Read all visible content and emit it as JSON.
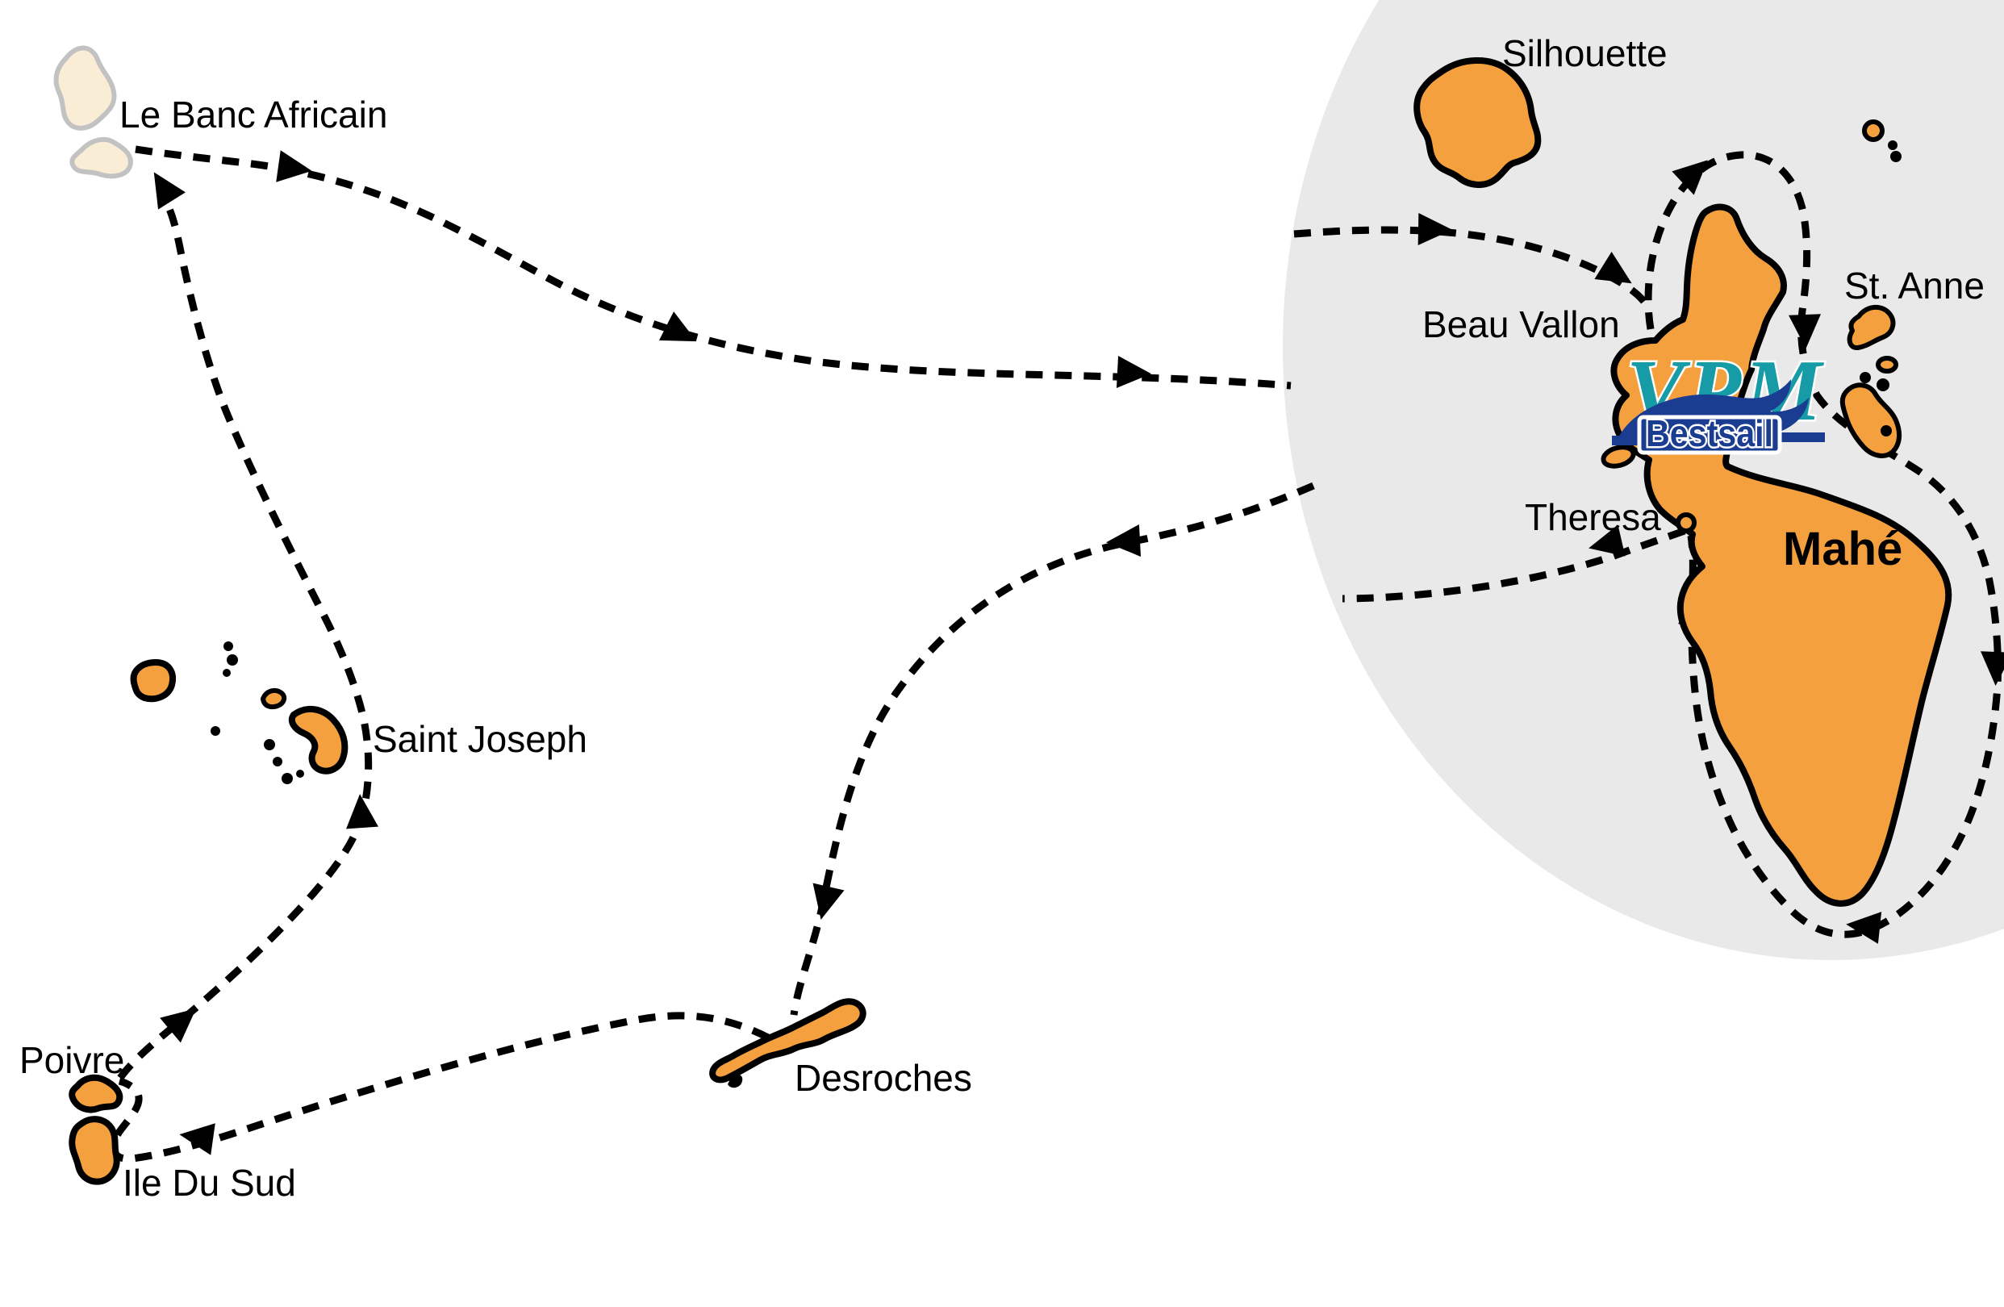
{
  "map": {
    "description": "Sailing route map of the Seychelles outer islands with zoomed inset of Mahé",
    "background_color": "#FFFFFF",
    "inset_background_color": "#E9E9E9"
  },
  "colors": {
    "island_fill": "#F5A03E",
    "island_outline": "#000000",
    "sandbank_fill": "#FAEDD6",
    "sandbank_outline": "#C2C2C2",
    "route_color": "#000000",
    "label_color": "#000000",
    "logo_teal": "#179BA6",
    "logo_navy": "#1B3D91"
  },
  "labels": {
    "le_banc_africain": "Le Banc Africain",
    "silhouette": "Silhouette",
    "st_anne": "St. Anne",
    "beau_vallon": "Beau Vallon",
    "theresa": "Theresa",
    "mahe": "Mahé",
    "saint_joseph": "Saint Joseph",
    "poivre": "Poivre",
    "ile_du_sud": "Ile Du Sud",
    "desroches": "Desroches"
  },
  "logo": {
    "brand": "VPM",
    "subbrand": "Bestsail"
  },
  "route": {
    "line_style": "black dashed line with solid triangular direction arrowheads",
    "outer_legs": [
      {
        "from": "Mahé (inset)",
        "to": "Desroches"
      },
      {
        "from": "Desroches",
        "to": "Ile Du Sud"
      },
      {
        "from": "Ile Du Sud",
        "to": "Poivre"
      },
      {
        "from": "Poivre",
        "to": "Saint Joseph"
      },
      {
        "from": "Saint Joseph",
        "to": "Le Banc Africain"
      },
      {
        "from": "Le Banc Africain",
        "to": "Mahé (inset)"
      }
    ],
    "inset_legs": [
      {
        "from": "inset west edge",
        "to": "Beau Vallon"
      },
      {
        "from": "Beau Vallon",
        "to": "loop around north tip of Mahé"
      },
      {
        "from": "north Mahé",
        "to": "south tip via east coast"
      },
      {
        "from": "south tip",
        "to": "Theresa via west coast"
      },
      {
        "from": "Theresa",
        "to": "inset west edge (departure)"
      }
    ]
  }
}
